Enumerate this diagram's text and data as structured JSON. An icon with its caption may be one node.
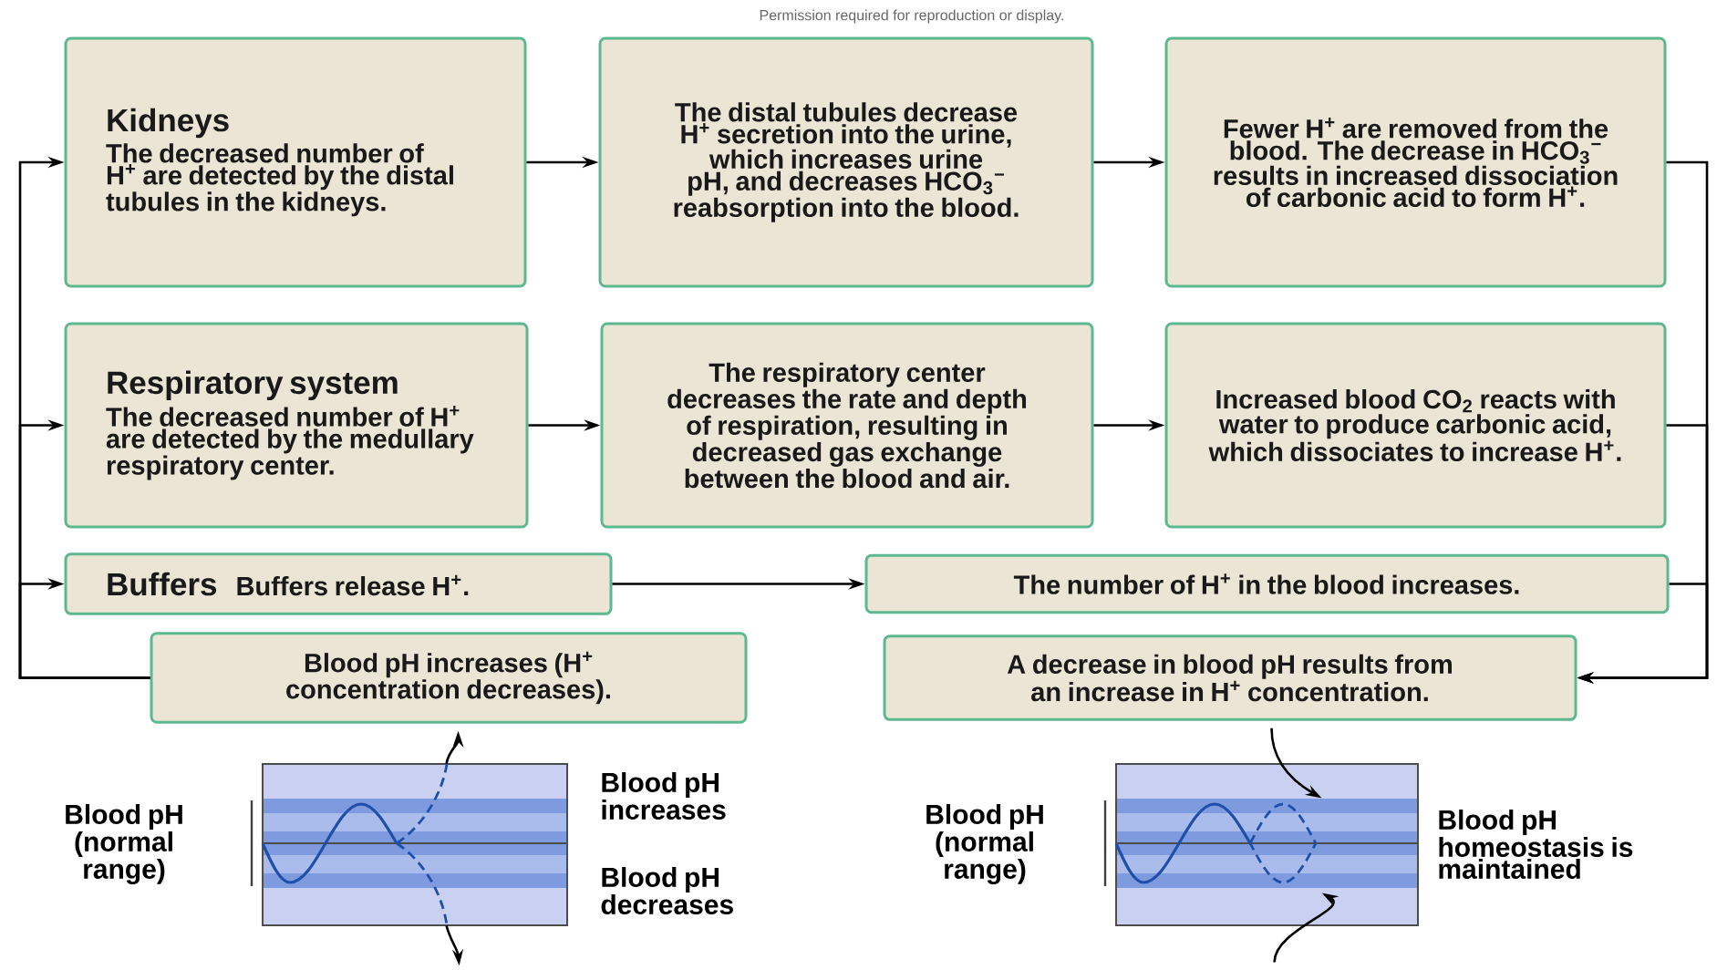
{
  "diagram": {
    "nodes": [
      {
        "text": [
          "Kidneys",
          "The decreased number of H$^{+}$ are detected by the distal tubules in the kidneys."
        ]
      },
      {
        "text": [
          "The distal tubules decrease H$^{+}$ secretion into the urine, which increases urine pH, and decreases HCO$_{3}$$^{−}$ reabsorption into the blood."
        ]
      },
      {
        "text": [
          "Fewer H$^{+}$ are removed from the blood. The decrease in HCO$_{3}$$^{−}$ results in increased dissociation of carbonic acid to form H$^{+}$."
        ]
      },
      {
        "text": [
          "Respiratory system",
          "The decreased number of H$^{+}$ are detected by the medullary respiratory center."
        ]
      },
      {
        "text": [
          "The respiratory center decreases the rate and depth of respiration, resulting in decreased gas exchange between the blood and air."
        ]
      },
      {
        "text": [
          "Increased blood CO$_{2}$ reacts with water to produce carbonic acid, which dissociates to increase H$^{+}$."
        ]
      },
      {
        "text": [
          "Buffers",
          "Buffers release H$^{+}$."
        ]
      },
      {
        "text": [
          "The number of H$^{+}$ in the blood increases."
        ]
      },
      {
        "text": [
          "Blood pH increases (H$^{+}$ concentration decreases)."
        ]
      },
      {
        "text": [
          "A decrease in blood pH results from an increase in H$^{+}$ concentration."
        ]
      },
      {
        "text": [],
        "shape": "picture"
      },
      {
        "text": [],
        "shape": "picture"
      }
    ],
    "edges": [
      {
        "from": 0,
        "to": 1,
        "arrow": "to"
      },
      {
        "from": 1,
        "to": 2,
        "arrow": "to"
      },
      {
        "from": 3,
        "to": 4,
        "arrow": "to"
      },
      {
        "from": 4,
        "to": 5,
        "arrow": "to"
      },
      {
        "from": 6,
        "to": 7,
        "arrow": "to"
      },
      {
        "from": 2,
        "to": 9,
        "arrow": "to"
      },
      {
        "from": 5,
        "to": 9,
        "arrow": "to"
      },
      {
        "from": 7,
        "to": 9,
        "arrow": "to"
      },
      {
        "from": 8,
        "to": 0,
        "arrow": "to"
      },
      {
        "from": 8,
        "to": 3,
        "arrow": "to"
      },
      {
        "from": 8,
        "to": 6,
        "arrow": "to"
      },
      {
        "from": 10,
        "to": 8,
        "arrow": "to"
      },
      {
        "from": 10,
        "to": null,
        "arrow": "to"
      },
      {
        "from": 9,
        "to": 11,
        "arrow": "to"
      },
      {
        "from": null,
        "to": 11,
        "arrow": "to"
      }
    ],
    "labels": [
      "Permission required for reproduction or display.",
      "Blood pH (normal range)",
      "Blood pH increases",
      "Blood pH decreases",
      "Blood pH (normal range)",
      "Blood pH homeostasis is maintained"
    ]
  }
}
